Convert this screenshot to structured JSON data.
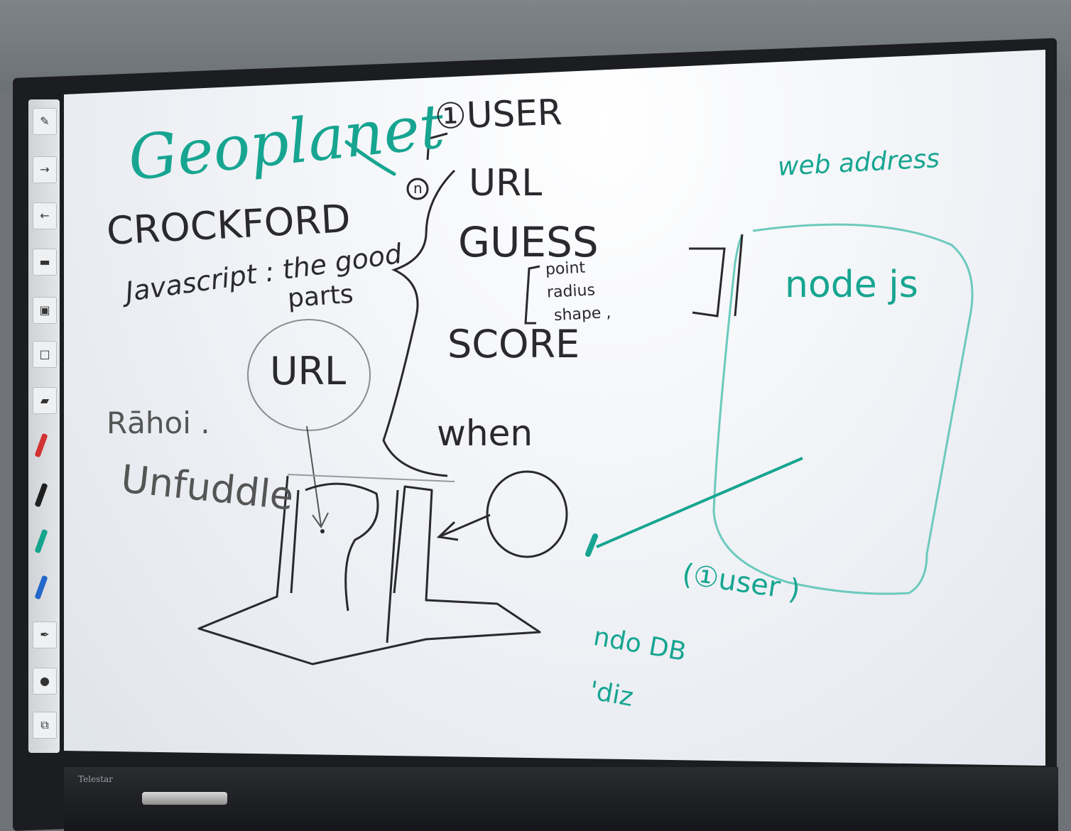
{
  "board": {
    "brand": "Telestar"
  },
  "writing": {
    "geoplanet": "Geoplanet",
    "user": "①USER",
    "n": "n",
    "url": "URL",
    "guess": "GUESS",
    "point": "point",
    "radius": "radius",
    "shape": "shape ,",
    "score": "SCORE",
    "crockford": "CROCKFORD",
    "javascript": "Javascript : the good",
    "parts": "parts",
    "url_circle": "URL",
    "rahoi": "Rāhoi .",
    "unfuddle": "Unfuddle",
    "when": "when",
    "web_address": "web address",
    "nodejs": "node js",
    "one_user": "(①user )",
    "node_db": "ndo DB",
    "diz": "'diz"
  },
  "colors": {
    "black_ink": "#2a2a2e",
    "green_ink": "#17a591"
  },
  "toolbar_icons": [
    "pen-icon",
    "arrow-right-icon",
    "arrow-left-icon",
    "keyboard-icon",
    "screen-icon",
    "window-icon",
    "eraser-icon",
    "red-pen-icon",
    "black-pen-icon",
    "green-pen-icon",
    "blue-pen-icon",
    "highlighter-icon",
    "shape-icon",
    "select-icon"
  ]
}
